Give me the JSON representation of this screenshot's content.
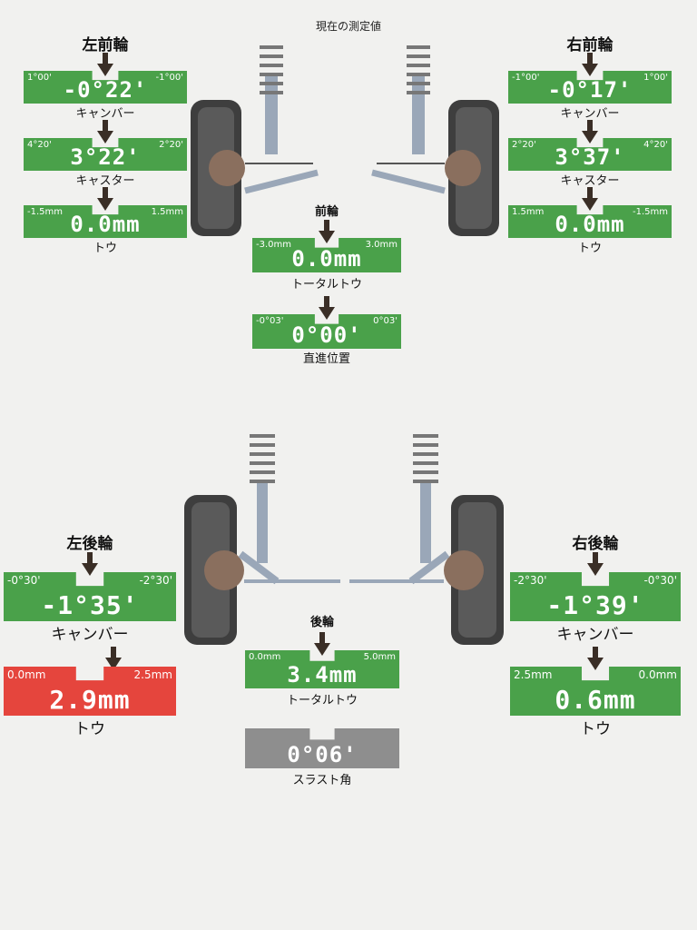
{
  "title": "現在の測定値",
  "front_left": {
    "label": "左前輪",
    "camber": {
      "l": "1°00'",
      "r": "-1°00'",
      "value": "-0°22'",
      "name": "キャンバー"
    },
    "caster": {
      "l": "4°20'",
      "r": "2°20'",
      "value": "3°22'",
      "name": "キャスター"
    },
    "toe": {
      "l": "-1.5mm",
      "r": "1.5mm",
      "value": "0.0mm",
      "name": "トウ"
    }
  },
  "front_right": {
    "label": "右前輪",
    "camber": {
      "l": "-1°00'",
      "r": "1°00'",
      "value": "-0°17'",
      "name": "キャンバー"
    },
    "caster": {
      "l": "2°20'",
      "r": "4°20'",
      "value": "3°37'",
      "name": "キャスター"
    },
    "toe": {
      "l": "1.5mm",
      "r": "-1.5mm",
      "value": "0.0mm",
      "name": "トウ"
    }
  },
  "front_axle": {
    "label": "前輪",
    "total_toe": {
      "l": "-3.0mm",
      "r": "3.0mm",
      "value": "0.0mm",
      "name": "トータルトウ"
    },
    "straight": {
      "l": "-0°03'",
      "r": "0°03'",
      "value": "0°00'",
      "name": "直進位置"
    }
  },
  "rear_left": {
    "label": "左後輪",
    "camber": {
      "l": "-0°30'",
      "r": "-2°30'",
      "value": "-1°35'",
      "name": "キャンバー"
    },
    "toe": {
      "l": "0.0mm",
      "r": "2.5mm",
      "value": "2.9mm",
      "name": "トウ"
    }
  },
  "rear_right": {
    "label": "右後輪",
    "camber": {
      "l": "-2°30'",
      "r": "-0°30'",
      "value": "-1°39'",
      "name": "キャンバー"
    },
    "toe": {
      "l": "2.5mm",
      "r": "0.0mm",
      "value": "0.6mm",
      "name": "トウ"
    }
  },
  "rear_axle": {
    "label": "後輪",
    "total_toe": {
      "l": "0.0mm",
      "r": "5.0mm",
      "value": "3.4mm",
      "name": "トータルトウ"
    },
    "thrust": {
      "value": "0°06'",
      "name": "スラスト角"
    }
  },
  "colors": {
    "ok": "#4aa14a",
    "out": "#e5453d",
    "neutral": "#8e8e8e"
  }
}
